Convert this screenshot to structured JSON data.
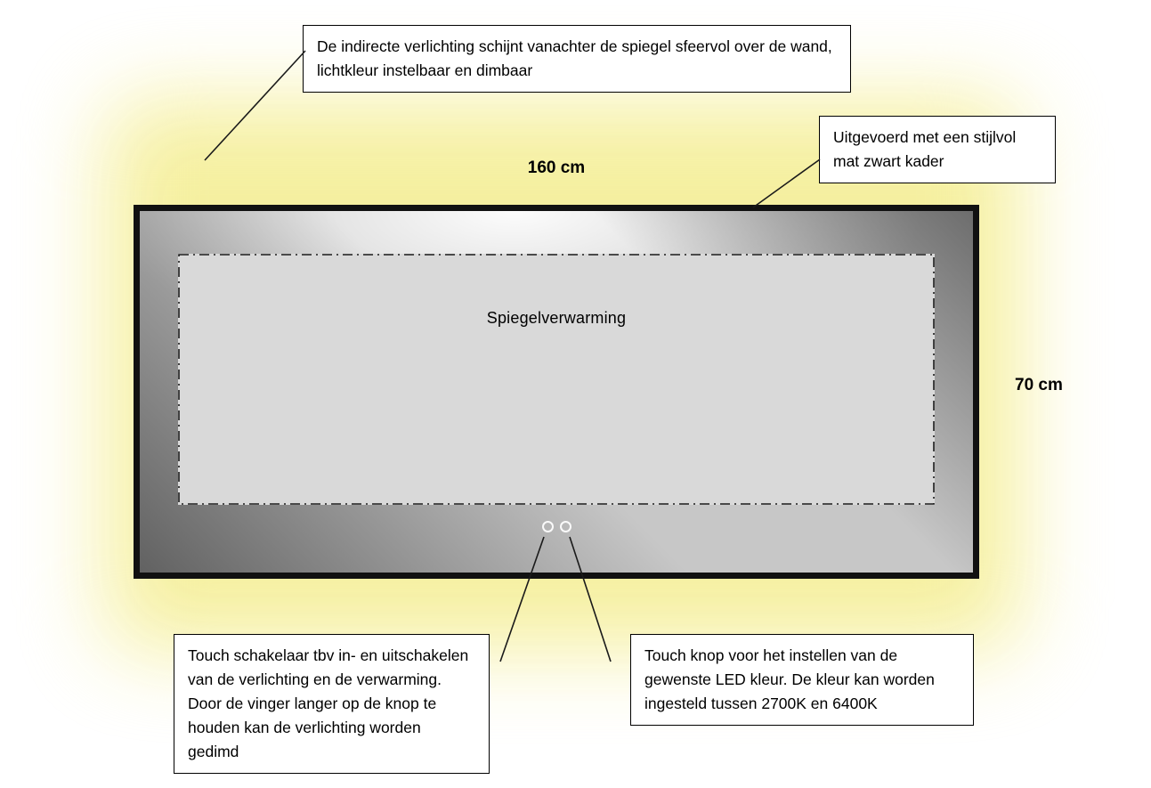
{
  "mirror": {
    "heating_label": "Spiegelverwarming",
    "width_label": "160 cm",
    "height_label": "70 cm"
  },
  "annotations": {
    "indirect_light": {
      "text": "De indirecte verlichting schijnt vanachter de spiegel sfeervol over de wand, lichtkleur instelbaar en dimbaar"
    },
    "frame": {
      "text": "Uitgevoerd met een stijlvol mat zwart kader"
    },
    "touch_switch": {
      "text": "Touch schakelaar tbv in- en uitschakelen van de verlichting en de verwarming. Door de vinger langer op de knop te houden kan de verlichting worden gedimd"
    },
    "touch_color": {
      "text": "Touch knop voor het instellen van de gewenste LED kleur. De kleur kan worden ingesteld tussen 2700K en 6400K"
    }
  },
  "colors": {
    "glow": "#f5ef9b",
    "frame": "#111111",
    "heater": "#d9d9d9",
    "callout_line": "#1a1a1a"
  }
}
